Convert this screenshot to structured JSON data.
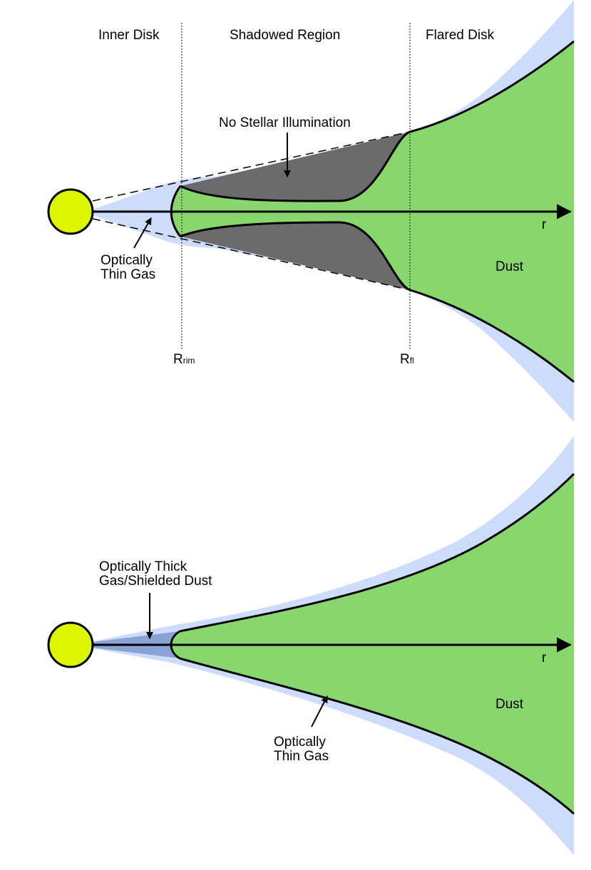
{
  "colors": {
    "gas": "#cddcfb",
    "shielded_gas": "#8aa2d6",
    "dust": "#8ad66e",
    "shadow": "#6b6b6b",
    "star": "#dcf600",
    "outline": "#000000"
  },
  "top_panel": {
    "region_labels": {
      "inner": "Inner Disk",
      "shadowed": "Shadowed Region",
      "flared": "Flared Disk"
    },
    "annotation_shadow": "No Stellar Illumination",
    "annotation_gas_line1": "Optically",
    "annotation_gas_line2": "Thin Gas",
    "dust_label": "Dust",
    "axis_label": "r",
    "rim_main": "R",
    "rim_sub": "rim",
    "fl_main": "R",
    "fl_sub": "fl"
  },
  "bottom_panel": {
    "annotation_thick_line1": "Optically Thick",
    "annotation_thick_line2": "Gas/Shielded Dust",
    "annotation_gas_line1": "Optically",
    "annotation_gas_line2": "Thin Gas",
    "dust_label": "Dust",
    "axis_label": "r"
  }
}
